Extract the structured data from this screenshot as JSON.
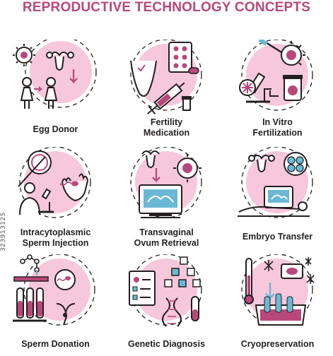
{
  "title": "REPRODUCTIVE TECHNOLOGY CONCEPTS",
  "colors": {
    "accent": "#b8487a",
    "pink_fill": "#f7c7dc",
    "line": "#231f20"
  },
  "stock_id": "323913125",
  "concepts": [
    {
      "icon": "egg-donor-icon",
      "lines": [
        "Egg Donor"
      ]
    },
    {
      "icon": "fertility-medication-icon",
      "lines": [
        "Fertility",
        "Medication"
      ]
    },
    {
      "icon": "in-vitro-fertilization-icon",
      "lines": [
        "In Vitro",
        "Fertilization"
      ]
    },
    {
      "icon": "sperm-injection-icon",
      "lines": [
        "Intracytoplasmic",
        "Sperm Injection"
      ]
    },
    {
      "icon": "ovum-retrieval-icon",
      "lines": [
        "Transvaginal",
        "Ovum Retrieval"
      ]
    },
    {
      "icon": "embryo-transfer-icon",
      "lines": [
        "Embryo Transfer"
      ]
    },
    {
      "icon": "sperm-donation-icon",
      "lines": [
        "Sperm Donation"
      ]
    },
    {
      "icon": "genetic-diagnosis-icon",
      "lines": [
        "Genetic Diagnosis"
      ]
    },
    {
      "icon": "cryopreservation-icon",
      "lines": [
        "Cryopreservation"
      ]
    }
  ]
}
